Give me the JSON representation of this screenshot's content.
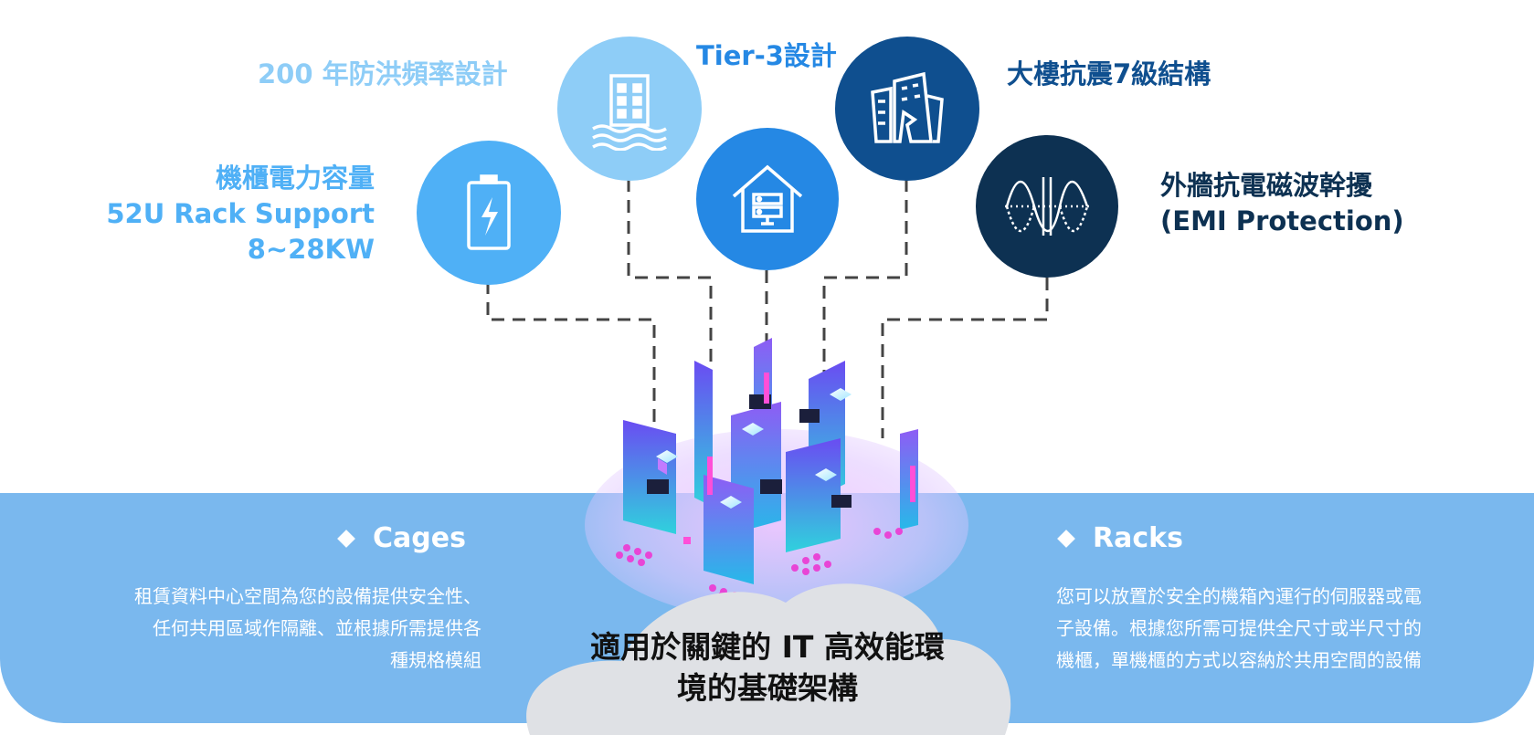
{
  "colors": {
    "panel": "#7ab8ee",
    "light_blue": "#8ecdf7",
    "sky_blue": "#4fb0f6",
    "mid_blue": "#2588e4",
    "dark_blue": "#0f4f8f",
    "navy": "#0d3152",
    "cloud": "#dfe1e5"
  },
  "features": [
    {
      "icon": "flood-building-icon",
      "lines": [
        "200 年防洪頻率設計"
      ]
    },
    {
      "icon": "server-house-icon",
      "lines": [
        "Tier-3設計"
      ]
    },
    {
      "icon": "earthquake-building-icon",
      "lines": [
        "大樓抗震7級結構"
      ]
    },
    {
      "icon": "battery-power-icon",
      "lines": [
        "機櫃電力容量",
        "52U Rack Support",
        "8~28KW"
      ]
    },
    {
      "icon": "emi-wave-icon",
      "lines": [
        "外牆抗電磁波幹擾",
        "(EMI Protection)"
      ]
    }
  ],
  "cages": {
    "title": "Cages",
    "lines": [
      "租賃資料中心空間為您的設備提供安全性、",
      "任何共用區域作隔離、並根據所需提供各",
      "種規格模組"
    ]
  },
  "racks": {
    "title": "Racks",
    "lines": [
      "您可以放置於安全的機箱內運行的伺服器或電",
      "子設備。根據您所需可提供全尺寸或半尺寸的",
      "機櫃，單機櫃的方式以容納於共用空間的設備"
    ]
  },
  "center": {
    "lines": [
      "適用於關鍵的 IT 高效能環",
      "境的基礎架構"
    ]
  }
}
